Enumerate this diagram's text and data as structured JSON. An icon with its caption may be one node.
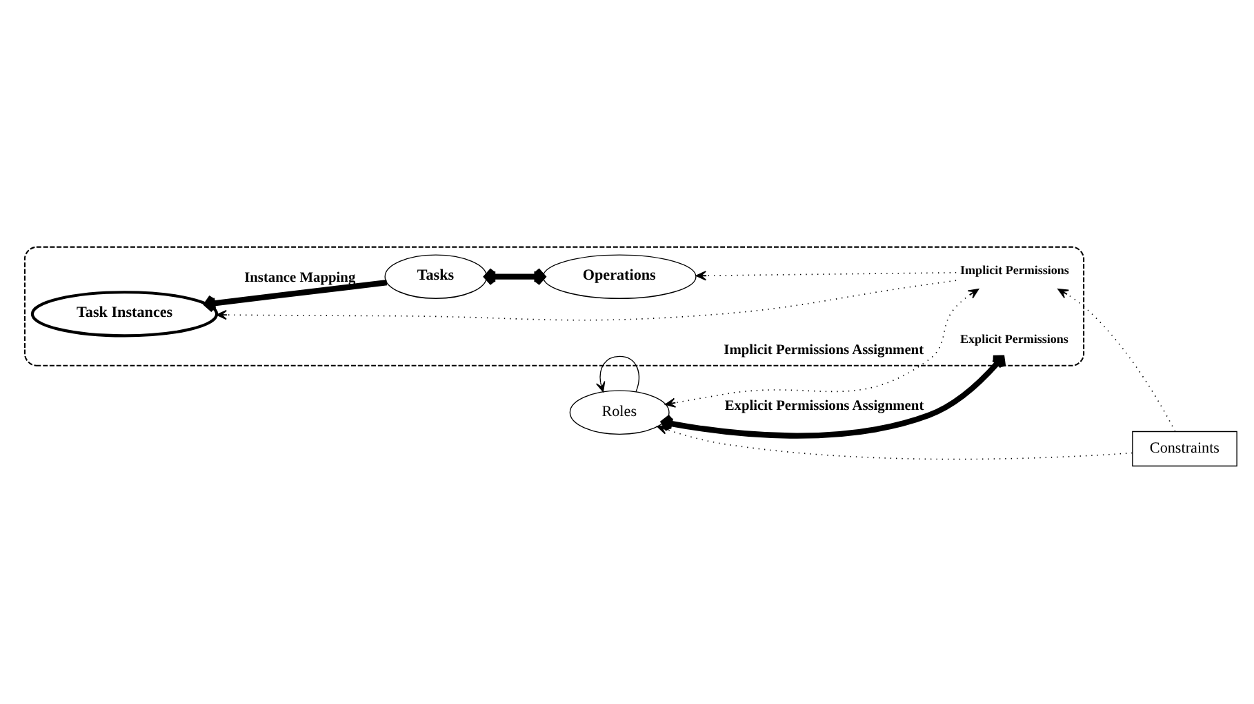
{
  "diagram": {
    "nodes": [
      {
        "text": [
          "Roles"
        ]
      },
      {
        "text": [],
        "shape": "ellipse"
      },
      {
        "text": [
          "Explicit Permissions"
        ],
        "in": 1
      },
      {
        "text": [
          "Operations"
        ],
        "in": 1
      },
      {
        "text": [
          "Tasks"
        ],
        "in": 1
      },
      {
        "text": [
          "Implicit Permissions"
        ],
        "in": 1
      },
      {
        "text": [
          "Task Instances"
        ],
        "in": 1
      },
      {
        "text": [
          "Constraints"
        ]
      }
    ],
    "edges": [
      {
        "from": 0,
        "to": 0,
        "arrow": "to"
      },
      {
        "from": 2,
        "to": 0,
        "arrow": "both",
        "style": "thick",
        "label": "Explicit Permissions Assignment"
      },
      {
        "from": 3,
        "to": 4,
        "arrow": "both",
        "style": "thick"
      },
      {
        "from": 4,
        "to": 6,
        "arrow": "to",
        "style": "thick",
        "label": "Instance Mapping"
      },
      {
        "from": 5,
        "to": 0,
        "arrow": "both",
        "style": "dashed",
        "label": "Implicit Permissions Assignment"
      },
      {
        "from": 5,
        "to": 3,
        "arrow": "to",
        "style": "dashed"
      },
      {
        "from": 5,
        "to": 6,
        "arrow": "to",
        "style": "dashed"
      },
      {
        "from": 7,
        "to": 0,
        "arrow": "to",
        "style": "dashed"
      },
      {
        "from": 7,
        "to": 5,
        "arrow": "to",
        "style": "dashed"
      }
    ]
  }
}
